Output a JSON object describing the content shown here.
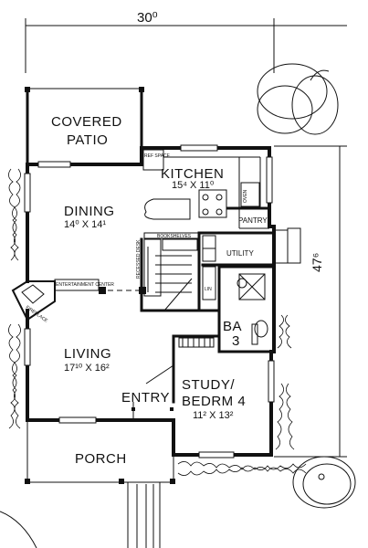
{
  "dimensions": {
    "width": "30⁰",
    "depth": "47⁶"
  },
  "rooms": {
    "covered_patio": {
      "line1": "COVERED",
      "line2": "PATIO"
    },
    "kitchen": {
      "name": "KITCHEN",
      "size": "15⁴ X 11⁰"
    },
    "dining": {
      "name": "DINING",
      "size": "14⁰ X 14¹"
    },
    "living": {
      "name": "LIVING",
      "size": "17¹⁰ X 16²"
    },
    "entry": {
      "name": "ENTRY"
    },
    "porch": {
      "name": "PORCH"
    },
    "bath": {
      "line1": "BA",
      "line2": "3"
    },
    "study": {
      "line1": "STUDY/",
      "line2": "BEDRM 4",
      "size": "11² X 13²"
    },
    "utility": {
      "name": "UTILITY"
    },
    "pantry": {
      "name": "PANTRY"
    }
  },
  "fixtures": {
    "entertainment_center": "ENTERTAINMENT CENTER",
    "fireplace": "FIREPLACE",
    "ref_space": "REF SPACE",
    "oven": "OVEN",
    "bookshelves": "BOOKSHELVES",
    "recessed_desk": "RECESSED DESK",
    "linen": "LIN"
  }
}
